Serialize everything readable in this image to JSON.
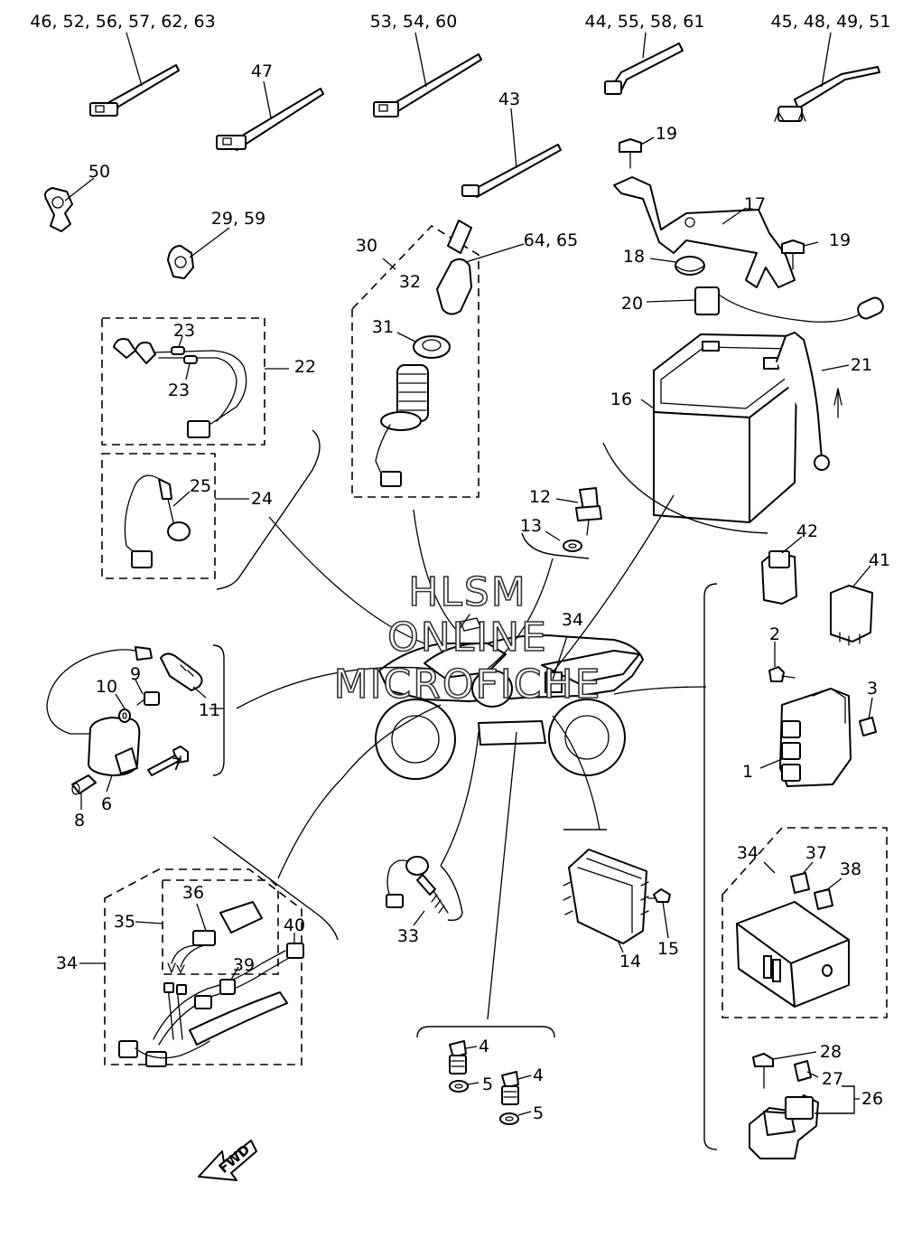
{
  "labels": {
    "l1": "1",
    "l2": "2",
    "l3": "3",
    "l4a": "4",
    "l4b": "4",
    "l5a": "5",
    "l5b": "5",
    "l6": "6",
    "l7": "7",
    "l8": "8",
    "l9": "9",
    "l10": "10",
    "l11": "11",
    "l12": "12",
    "l13": "13",
    "l14": "14",
    "l15": "15",
    "l16": "16",
    "l17": "17",
    "l18": "18",
    "l19a": "19",
    "l19b": "19",
    "l20": "20",
    "l21": "21",
    "l22": "22",
    "l23a": "23",
    "l23b": "23",
    "l24": "24",
    "l25": "25",
    "l26": "26",
    "l27": "27",
    "l28": "28",
    "l29": "29, 59",
    "l30": "30",
    "l31": "31",
    "l32": "32",
    "l33": "33",
    "l34a": "34",
    "l34b": "34",
    "l34c": "34",
    "l35": "35",
    "l36": "36",
    "l37": "37",
    "l38": "38",
    "l39": "39",
    "l40": "40",
    "l41": "41",
    "l42": "42",
    "l43": "43",
    "l44": "44, 55, 58, 61",
    "l45": "45, 48, 49, 51",
    "l46": "46, 52, 56, 57, 62, 63",
    "l47": "47",
    "l50": "50",
    "l53": "53, 54, 60",
    "l64": "64, 65"
  },
  "watermark": {
    "line1": "HLSM",
    "line2": "ONLINE",
    "line3": "MICROFICHE"
  },
  "fwd_marker": "FWD"
}
